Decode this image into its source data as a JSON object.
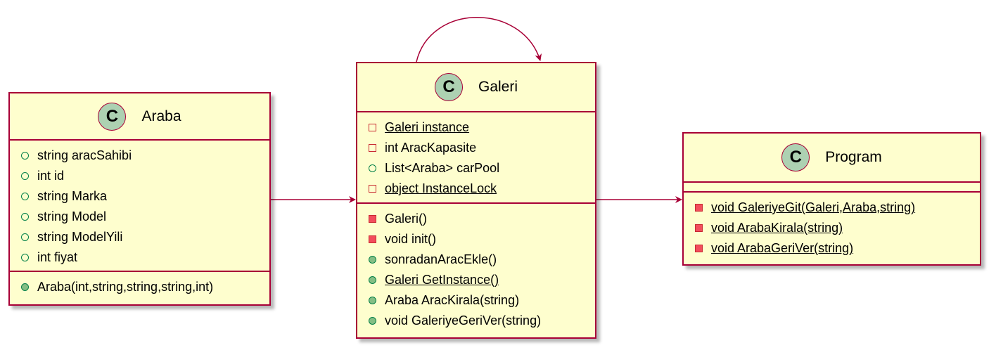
{
  "colors": {
    "border": "#a80036",
    "fill": "#fefece",
    "stereotype": "#add1b2",
    "public": "#84be84",
    "private": "#f24d5c"
  },
  "classes": {
    "araba": {
      "stereotype": "C",
      "name": "Araba",
      "attributes": [
        {
          "visibility": "public",
          "text": "string aracSahibi"
        },
        {
          "visibility": "public",
          "text": "int id"
        },
        {
          "visibility": "public",
          "text": "string Marka"
        },
        {
          "visibility": "public",
          "text": "string Model"
        },
        {
          "visibility": "public",
          "text": "string ModelYili"
        },
        {
          "visibility": "public",
          "text": "int fiyat"
        }
      ],
      "methods": [
        {
          "visibility": "public",
          "text": "Araba(int,string,string,string,int)"
        }
      ]
    },
    "galeri": {
      "stereotype": "C",
      "name": "Galeri",
      "attributes": [
        {
          "visibility": "private",
          "text": "Galeri instance",
          "static": true
        },
        {
          "visibility": "private",
          "text": "int AracKapasite"
        },
        {
          "visibility": "public",
          "text": "List<Araba> carPool"
        },
        {
          "visibility": "private",
          "text": "object InstanceLock",
          "static": true
        }
      ],
      "methods": [
        {
          "visibility": "private",
          "text": "Galeri()"
        },
        {
          "visibility": "private",
          "text": "void init()"
        },
        {
          "visibility": "public",
          "text": "sonradanAracEkle()"
        },
        {
          "visibility": "public",
          "text": "Galeri GetInstance()",
          "static": true
        },
        {
          "visibility": "public",
          "text": "Araba AracKirala(string)"
        },
        {
          "visibility": "public",
          "text": "void GaleriyeGeriVer(string)"
        }
      ]
    },
    "program": {
      "stereotype": "C",
      "name": "Program",
      "attributes": [],
      "methods": [
        {
          "visibility": "private",
          "text": "void GaleriyeGit(Galeri,Araba,string)",
          "static": true
        },
        {
          "visibility": "private",
          "text": "void ArabaKirala(string)",
          "static": true
        },
        {
          "visibility": "private",
          "text": "void ArabaGeriVer(string)",
          "static": true
        }
      ]
    }
  },
  "relations": [
    {
      "from": "Araba",
      "to": "Galeri"
    },
    {
      "from": "Galeri",
      "to": "Program"
    },
    {
      "from": "Galeri",
      "to": "Galeri"
    }
  ]
}
